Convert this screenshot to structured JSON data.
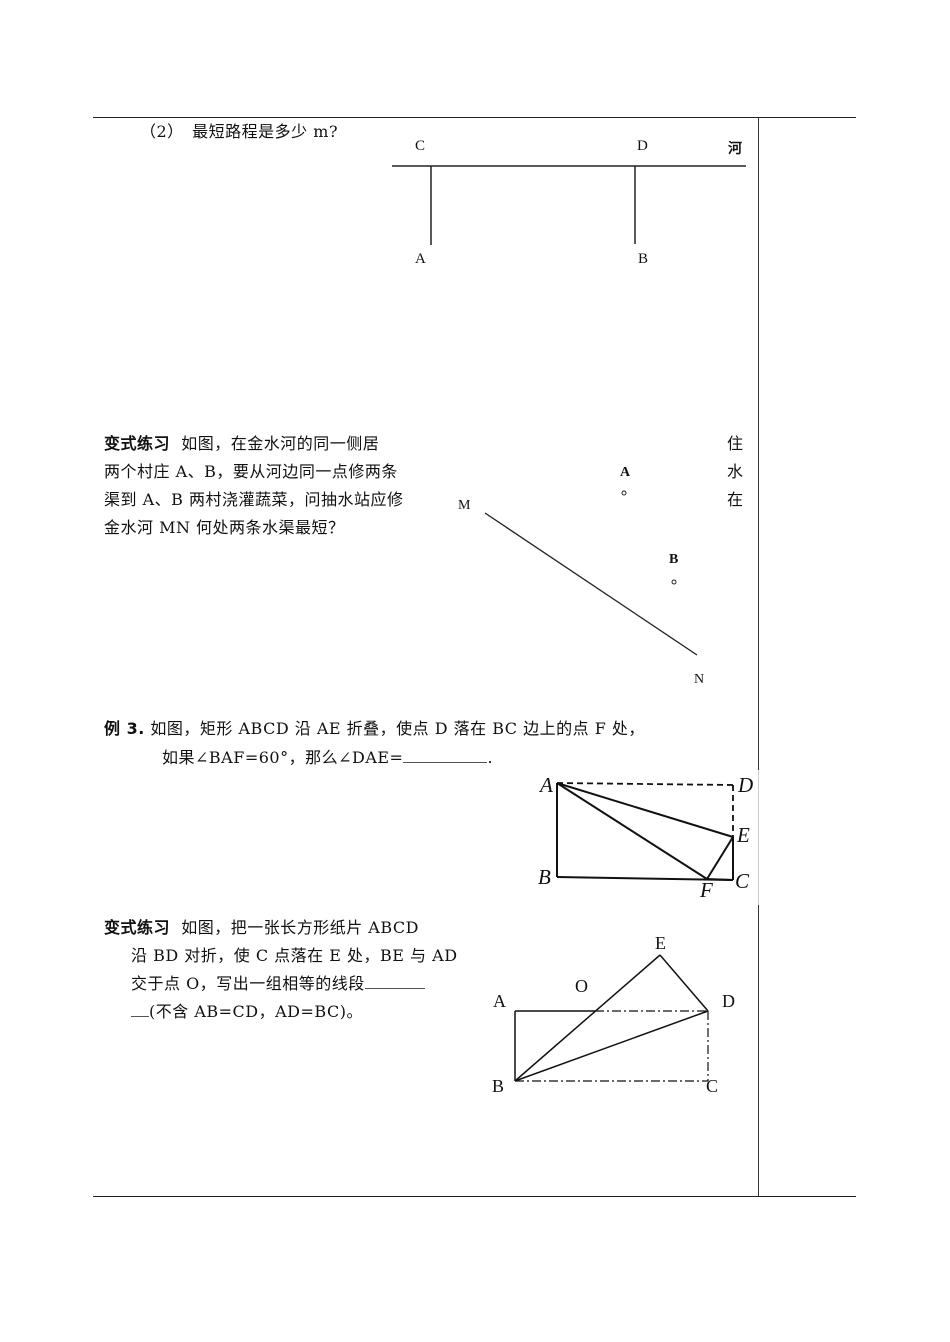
{
  "part2": {
    "question": "（2）　最短路程是多少 m?",
    "figure": {
      "labels": {
        "C": "C",
        "D": "D",
        "A": "A",
        "B": "B",
        "river": "河"
      }
    }
  },
  "variant1": {
    "heading": "变式练习",
    "lines": [
      "如图，在金水河的同一侧居",
      "两个村庄 A、B，要从河边同一点修两条",
      "渠到 A、B 两村浇灌蔬菜，问抽水站应修",
      "金水河 MN 何处两条水渠最短？"
    ],
    "overflow_chars": [
      "住",
      "水",
      "在"
    ],
    "figure": {
      "labels": {
        "M": "M",
        "N": "N",
        "A": "A",
        "B": "B"
      }
    }
  },
  "example3": {
    "heading": "例 3.",
    "line1": "如图，矩形 ABCD 沿 AE 折叠，使点 D 落在 BC 边上的点 F 处，",
    "line2_prefix": "如果∠BAF=60°，那么∠DAE=",
    "line2_suffix": ".",
    "figure": {
      "labels": {
        "A": "A",
        "B": "B",
        "C": "C",
        "D": "D",
        "E": "E",
        "F": "F"
      }
    }
  },
  "variant2": {
    "heading": "变式练习",
    "lines": [
      "如图，把一张长方形纸片 ABCD",
      "沿 BD 对折，使 C 点落在 E 处，BE 与 AD",
      "交于点 O，写出一组相等的线段",
      "(不含 AB=CD，AD=BC)。"
    ],
    "figure": {
      "labels": {
        "A": "A",
        "B": "B",
        "C": "C",
        "D": "D",
        "E": "E",
        "O": "O"
      }
    }
  }
}
